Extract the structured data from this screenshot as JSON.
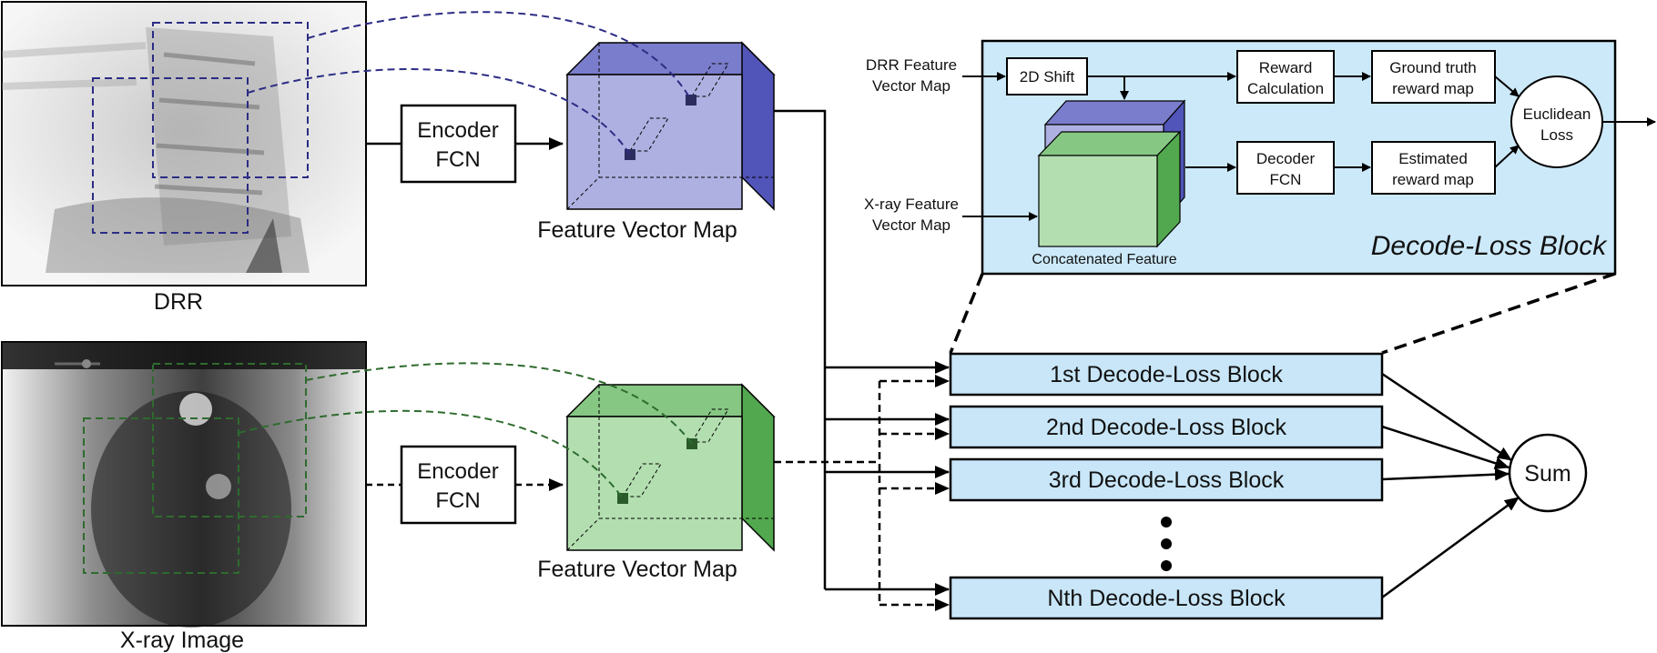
{
  "input_images": {
    "drr_caption": "DRR",
    "xray_caption": "X-ray Image"
  },
  "encoders": {
    "top": {
      "line1": "Encoder",
      "line2": "FCN"
    },
    "bottom": {
      "line1": "Encoder",
      "line2": "FCN"
    }
  },
  "feature_maps": {
    "top_caption": "Feature Vector Map",
    "bottom_caption": "Feature Vector Map"
  },
  "decode_loss_detail": {
    "title": "Decode-Loss Block",
    "drr_input": {
      "line1": "DRR Feature",
      "line2": "Vector Map"
    },
    "xray_input": {
      "line1": "X-ray Feature",
      "line2": "Vector Map"
    },
    "shift_label": "2D Shift",
    "reward_calc": {
      "line1": "Reward",
      "line2": "Calculation"
    },
    "ground_truth": {
      "line1": "Ground truth",
      "line2": "reward map"
    },
    "decoder": {
      "line1": "Decoder",
      "line2": "FCN"
    },
    "estimated": {
      "line1": "Estimated",
      "line2": "reward map"
    },
    "loss": {
      "line1": "Euclidean",
      "line2": "Loss"
    },
    "concat_caption": "Concatenated Feature"
  },
  "blocks": [
    "1st Decode-Loss Block",
    "2nd Decode-Loss Block",
    "3rd Decode-Loss Block",
    "Nth Decode-Loss Block"
  ],
  "sum_label": "Sum",
  "colors": {
    "blue_front": "#aeb0e1",
    "blue_top": "#7a7dcb",
    "blue_side": "#5154b8",
    "blue_dash": "#2c2c85",
    "green_front": "#b3dfb0",
    "green_top": "#86c883",
    "green_side": "#52a84e",
    "green_dash": "#2e6b2e",
    "panel_bg": "#cce9f9",
    "block_bg": "#c8e6f8"
  }
}
